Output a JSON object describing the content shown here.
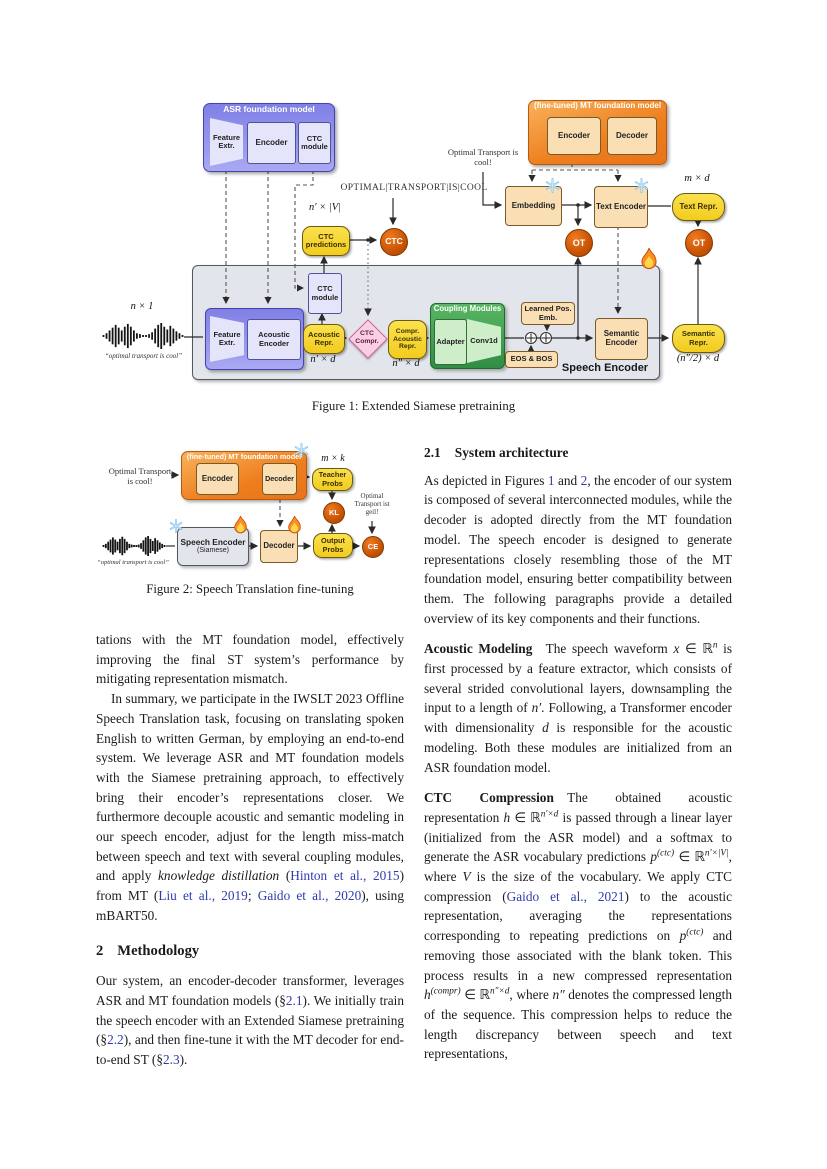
{
  "fig1": {
    "caption": "Figure 1: Extended Siamese pretraining",
    "asr_title": "ASR foundation model",
    "asr_feature": "Feature Extr.",
    "asr_encoder": "Encoder",
    "asr_ctc": "CTC module",
    "ot_string": "OPTIMAL|TRANSPORT|IS|COOL",
    "dim_pred": "n′ × |V|",
    "ctc_predictions": "CTC predictions",
    "ctc_ball": "CTC",
    "mt_title": "(fine-tuned) MT foundation model",
    "mt_encoder": "Encoder",
    "mt_decoder": "Decoder",
    "ot_cool": "Optimal Transport is cool!",
    "embedding": "Embedding",
    "text_encoder": "Text Encoder",
    "dim_md": "m × d",
    "text_repr": "Text Repr.",
    "ot1": "OT",
    "ot2": "OT",
    "dim_input": "n × 1",
    "wave_caption": "“optimal transport is cool”",
    "se_ctc": "CTC module",
    "se_feature": "Feature Extr.",
    "se_acoustic": "Acoustic Encoder",
    "acoustic_repr": "Acoustic Repr.",
    "dim_nd": "n′ × d",
    "ctc_compr": "CTC Compr.",
    "compr_repr": "Compr. Acoustic Repr.",
    "dim_nnd": "n″ × d",
    "coupling_title": "Coupling Modules",
    "adapter": "Adapter",
    "conv1d": "Conv1d",
    "eos_bos": "EOS & BOS",
    "learned_pos": "Learned Pos. Emb.",
    "semantic_encoder": "Semantic Encoder",
    "speech_encoder": "Speech Encoder",
    "semantic_repr": "Semantic Repr.",
    "dim_out": "(n″/2) × d"
  },
  "fig2": {
    "caption": "Figure 2: Speech Translation fine-tuning",
    "mt_title": "(fine-tuned) MT foundation model",
    "encoder": "Encoder",
    "decoder": "Decoder",
    "ot_cool": "Optimal Transport is cool!",
    "dim_mk": "m × k",
    "teacher_probs": "Teacher Probs",
    "kl": "KL",
    "ot_geil": "Optimal Transport ist geil!",
    "speech_encoder": "Speech Encoder",
    "siamese": "(Siamese)",
    "decoder2": "Decoder",
    "output_probs": "Output Probs",
    "ce": "CE",
    "wave_caption": "“optimal transport is cool”"
  },
  "text": {
    "left": {
      "p1": [
        {
          "t": "tations with the MT foundation model, effectively improving the final ST system’s performance by mitigating representation mismatch."
        }
      ],
      "p2": [
        {
          "t": "In summary, we participate in the IWSLT 2023 Offline Speech Translation task, focusing on translating spoken English to written German, by employing an end-to-end system. We leverage ASR and MT foundation models with the Siamese pretraining approach, to effectively bring their encoder’s representations closer. We furthermore decouple acoustic and semantic modeling in our speech encoder, adjust for the length miss-match between speech and text with several coupling modules, and apply "
        },
        {
          "t": "knowledge distillation",
          "s": "i"
        },
        {
          "t": " ("
        },
        {
          "t": "Hinton et al., 2015",
          "s": "cite"
        },
        {
          "t": ") from MT ("
        },
        {
          "t": "Liu et al., 2019",
          "s": "cite"
        },
        {
          "t": "; "
        },
        {
          "t": "Gaido et al., 2020",
          "s": "cite"
        },
        {
          "t": "), using mBART50."
        }
      ],
      "h2_num": "2",
      "h2_title": "Methodology",
      "p3": [
        {
          "t": "Our system, an encoder-decoder transformer, leverages ASR and MT foundation models (§"
        },
        {
          "t": "2.1",
          "s": "cite"
        },
        {
          "t": "). We initially train the speech encoder with an Extended Siamese pretraining (§"
        },
        {
          "t": "2.2",
          "s": "cite"
        },
        {
          "t": "), and then fine-tune it with the MT decoder for end-to-end ST (§"
        },
        {
          "t": "2.3",
          "s": "cite"
        },
        {
          "t": ")."
        }
      ]
    },
    "right": {
      "h_num": "2.1",
      "h_title": "System architecture",
      "p1": [
        {
          "t": "As depicted in Figures "
        },
        {
          "t": "1",
          "s": "cite"
        },
        {
          "t": " and "
        },
        {
          "t": "2",
          "s": "cite"
        },
        {
          "t": ", the encoder of our system is composed of several interconnected modules, while the decoder is adopted directly from the MT foundation model. The speech encoder is designed to generate representations closely resembling those of the MT foundation model, ensuring better compatibility between them. The following paragraphs provide a detailed overview of its key components and their functions."
        }
      ],
      "p2": [
        {
          "t": "Acoustic Modeling",
          "s": "b"
        },
        {
          "t": " The speech waveform "
        },
        {
          "t": "x",
          "s": "math"
        },
        {
          "t": " ∈ ℝ"
        },
        {
          "t": "n",
          "s": "sup"
        },
        {
          "t": " is first processed by a feature extractor, which consists of several strided convolutional layers, downsampling the input to a length of "
        },
        {
          "t": "n′",
          "s": "math"
        },
        {
          "t": ". Following, a Transformer encoder with dimensionality "
        },
        {
          "t": "d",
          "s": "math"
        },
        {
          "t": " is responsible for the acoustic modeling. Both these modules are initialized from an ASR foundation model."
        }
      ],
      "p3": [
        {
          "t": "CTC Compression",
          "s": "b"
        },
        {
          "t": " The obtained acoustic representation "
        },
        {
          "t": "h",
          "s": "math"
        },
        {
          "t": " ∈ ℝ"
        },
        {
          "t": "n′×d",
          "s": "sup"
        },
        {
          "t": " is passed through a linear layer (initialized from the ASR model) and a softmax to generate the ASR vocabulary predictions "
        },
        {
          "t": "p",
          "s": "math"
        },
        {
          "t": "(ctc)",
          "s": "sup"
        },
        {
          "t": " ∈ ℝ"
        },
        {
          "t": "n′×|V|",
          "s": "sup"
        },
        {
          "t": ", where "
        },
        {
          "t": "V",
          "s": "math"
        },
        {
          "t": " is the size of the vocabulary. We apply CTC compression ("
        },
        {
          "t": "Gaido et al., 2021",
          "s": "cite"
        },
        {
          "t": ") to the acoustic representation, averaging the representations corresponding to repeating predictions on "
        },
        {
          "t": "p",
          "s": "math"
        },
        {
          "t": "(ctc)",
          "s": "sup"
        },
        {
          "t": " and removing those associated with the blank token. This process results in a new compressed representation "
        },
        {
          "t": "h",
          "s": "math"
        },
        {
          "t": "(compr)",
          "s": "sup"
        },
        {
          "t": " ∈ ℝ"
        },
        {
          "t": "n″×d",
          "s": "sup"
        },
        {
          "t": ", where "
        },
        {
          "t": "n″",
          "s": "math"
        },
        {
          "t": " denotes the compressed length of the sequence. This compression helps to reduce the length discrepancy between speech and text representations,"
        }
      ]
    }
  }
}
